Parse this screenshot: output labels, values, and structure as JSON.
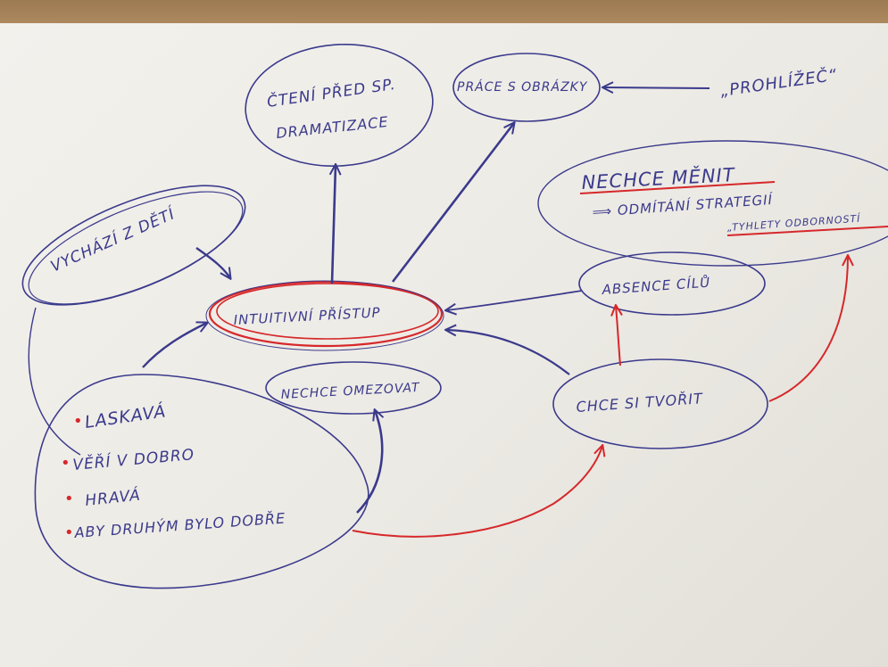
{
  "colors": {
    "ink_blue": "#3a3a8c",
    "ink_red": "#d6282b",
    "paper": "#efede7",
    "table": "#a9845a"
  },
  "nodes": {
    "cteni": {
      "line1": "ČTENÍ PŘED SP.",
      "line2": "DRAMATIZACE"
    },
    "prace": {
      "label": "PRÁCE S OBRÁZKY"
    },
    "prohlizec": {
      "label": "„PROHLÍŽEČ“"
    },
    "nechce_menit": {
      "title": "NECHCE MĚNIT",
      "line2": "⟹ ODMÍTÁNÍ STRATEGIÍ",
      "line3": "„TYHLETY ODBORNOSTÍ"
    },
    "vychazi": {
      "label": "VYCHÁZÍ Z DĚTÍ"
    },
    "intuitivni": {
      "label": "INTUITIVNÍ PŘÍSTUP"
    },
    "absence": {
      "label": "ABSENCE CÍLŮ"
    },
    "nechce_omezovat": {
      "label": "NECHCE OMEZOVAT"
    },
    "chce_tvorit": {
      "label": "CHCE SI TVOŘIT"
    },
    "traits": {
      "items": [
        {
          "bullet": "•",
          "text": "LASKAVÁ"
        },
        {
          "bullet": "•",
          "text": "VĚŘÍ V DOBRO"
        },
        {
          "bullet": "•",
          "text": "HRAVÁ"
        },
        {
          "bullet": "•",
          "text": "ABY DRUHÝM BYLO DOBŘE"
        }
      ]
    }
  }
}
